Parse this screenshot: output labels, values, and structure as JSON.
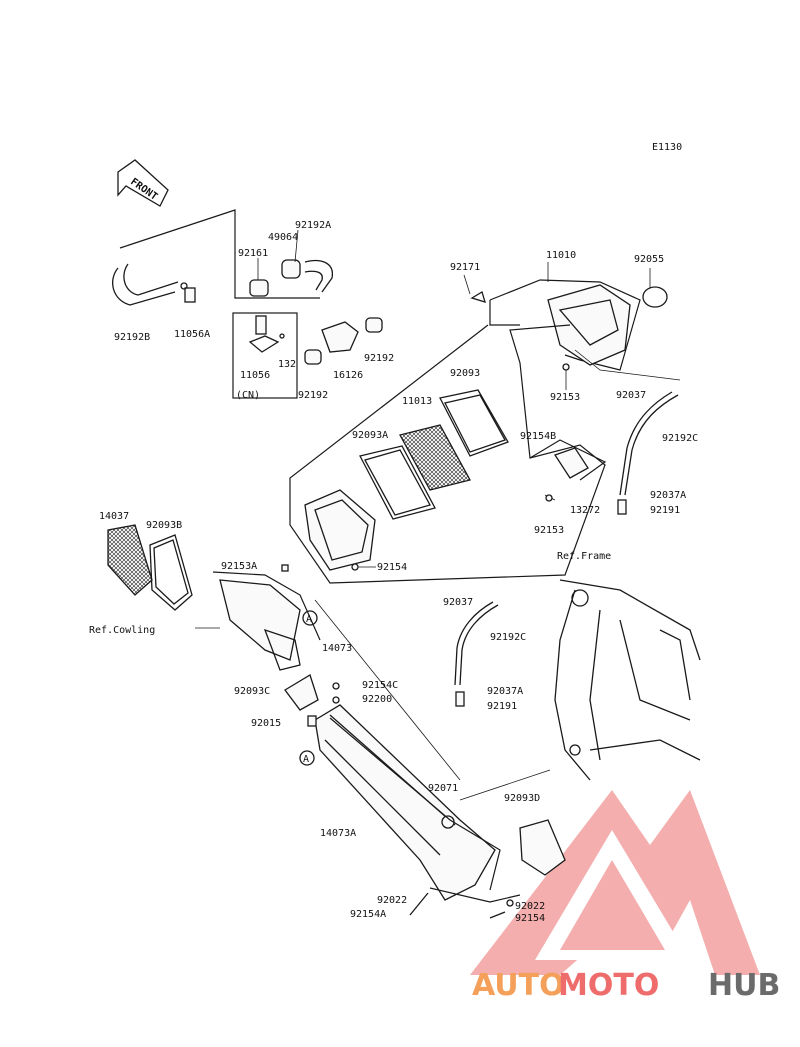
{
  "diagram_code": "E1130",
  "front_label": "FRONT",
  "labels": {
    "p92192A": "92192A",
    "p49064": "49064",
    "p92161": "92161",
    "p92192B": "92192B",
    "p11056A": "11056A",
    "p11056": "11056",
    "p132": "132",
    "p16126": "16126",
    "p92192_a": "92192",
    "p92192_b": "92192",
    "cn": "(CN)",
    "p92171": "92171",
    "p11010": "11010",
    "p92055": "92055",
    "p92153_a": "92153",
    "p92037_a": "92037",
    "p92192C_a": "92192C",
    "p92037A_a": "92037A",
    "p92191_a": "92191",
    "p92093": "92093",
    "p11013": "11013",
    "p92093A": "92093A",
    "p92154B": "92154B",
    "p13272": "13272",
    "p92153_b": "92153",
    "p92154_a": "92154",
    "p14037": "14037",
    "p92093B": "92093B",
    "p92153A": "92153A",
    "ref_cowling": "Ref.Cowling",
    "p14073": "14073",
    "p92154C": "92154C",
    "p92200": "92200",
    "p92093C": "92093C",
    "p92015": "92015",
    "ref_frame": "Ref.Frame",
    "p92037_b": "92037",
    "p92192C_b": "92192C",
    "p92037A_b": "92037A",
    "p92191_b": "92191",
    "p92071": "92071",
    "p92093D": "92093D",
    "p14073A": "14073A",
    "p92022_a": "92022",
    "p92022_b": "92022",
    "p92154A": "92154A",
    "p92154_b": "92154",
    "ref_a_1": "A",
    "ref_a_2": "A"
  },
  "watermark": {
    "text_part1": "AUTO",
    "text_part2": "MOTO",
    "text_part3": "HUB",
    "color_auto": "#f4a05a",
    "color_moto": "#ef6c6c",
    "color_hub": "#6b6b6b",
    "triangle_color": "#f08a8a"
  }
}
